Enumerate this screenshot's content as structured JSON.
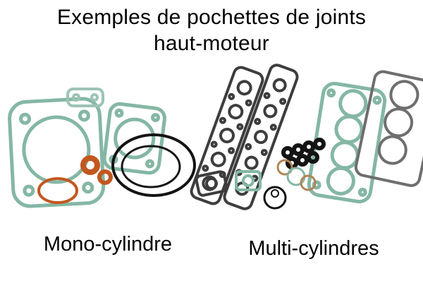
{
  "title": {
    "line1": "Exemples de pochettes de joints",
    "line2": "haut-moteur"
  },
  "captions": {
    "mono": "Mono-cylindre",
    "multi": "Multi-cylindres"
  },
  "colors": {
    "teal": "#84b7a4",
    "teal_light": "#9cc4b4",
    "orange": "#c2571f",
    "dark": "#3d3d3d",
    "gray": "#6e6e6e",
    "black": "#141414",
    "tan": "#b08455",
    "background": "#ffffff",
    "text": "#000000"
  }
}
